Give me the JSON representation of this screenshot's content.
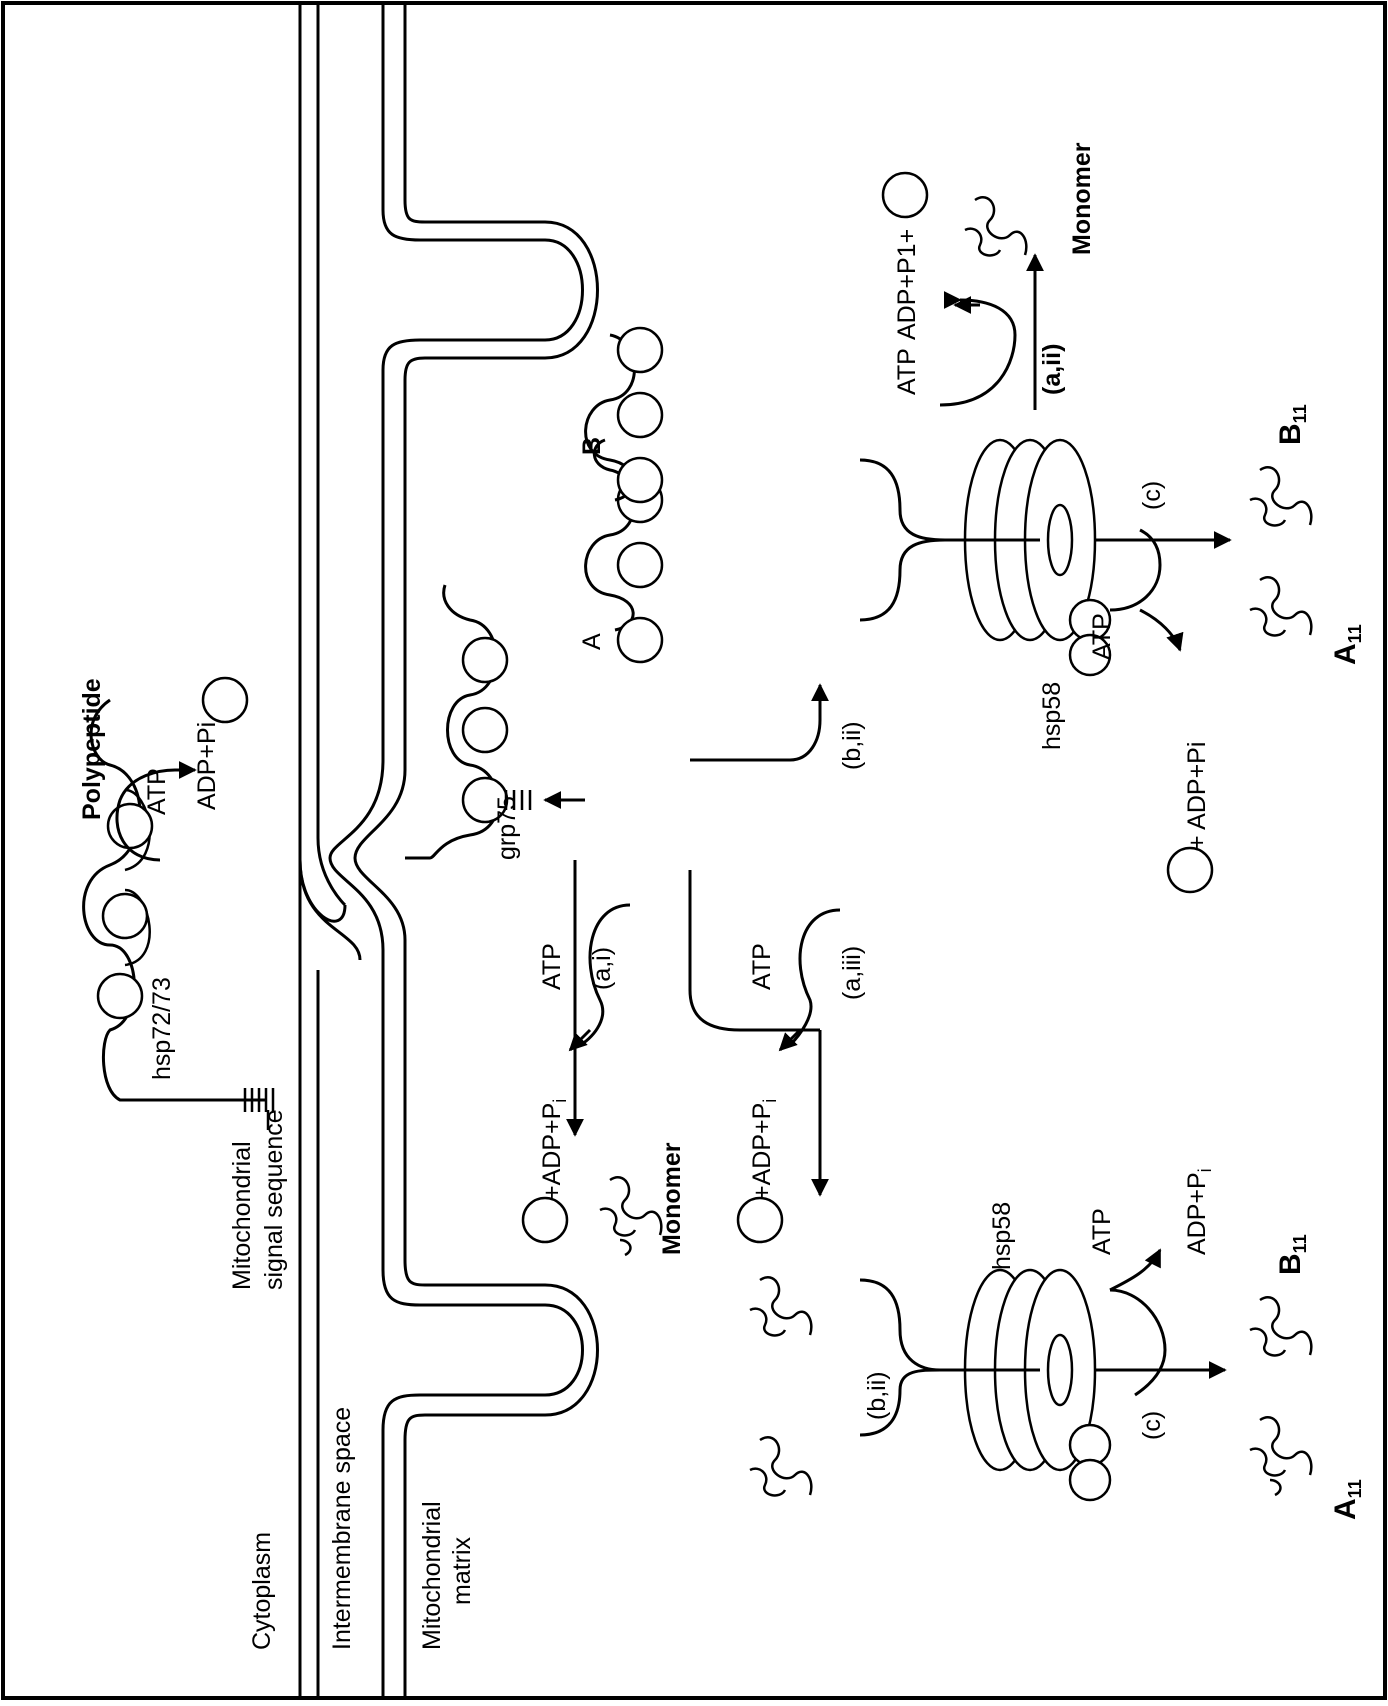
{
  "compartments": {
    "cytoplasm": "Cytoplasm",
    "intermembrane": "Intermembrane space",
    "matrix_line1": "Mitochondrial",
    "matrix_line2": "matrix"
  },
  "labels": {
    "polypeptide": "Polypeptide",
    "hsp72": "hsp72/73",
    "signal_line1": "Mitochondrial",
    "signal_line2": "signal sequence",
    "grp75": "grp75",
    "hsp58": "hsp58",
    "monomer": "Monomer",
    "atp": "ATP",
    "adp_pi": "ADP+Pi",
    "plus_adp_pi": "+ADP+P",
    "plus_adp_pi_spaced": "+ ADP+Pi",
    "adp_pi_sub": "ADP+P",
    "sub_i": "i",
    "adp_p1_plus": "ADP+P1+",
    "chain_a": "A",
    "chain_b": "B",
    "a11": "A",
    "b11": "B",
    "sub_11": "11"
  },
  "steps": {
    "a_i": "(a,i)",
    "a_ii": "(a,ii)",
    "a_iii": "(a,iii)",
    "b_ii": "(b,ii)",
    "c": "(c)"
  }
}
